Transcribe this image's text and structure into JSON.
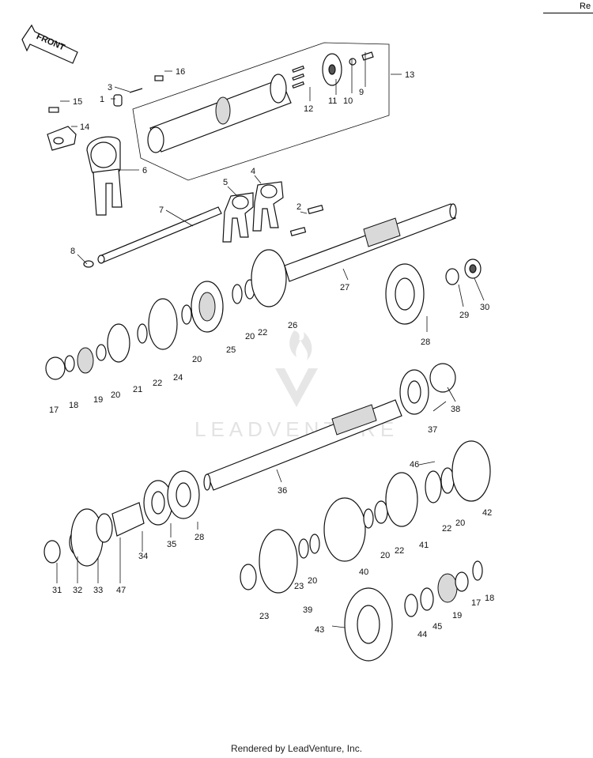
{
  "header": {
    "corner_text": "Re"
  },
  "front_badge": {
    "label": "FRONT"
  },
  "watermark": {
    "text": "LEADVENTURE"
  },
  "footer": {
    "text": "Rendered by LeadVenture, Inc."
  },
  "callouts": [
    {
      "id": "1",
      "label": "1"
    },
    {
      "id": "2",
      "label": "2"
    },
    {
      "id": "3",
      "label": "3"
    },
    {
      "id": "4",
      "label": "4"
    },
    {
      "id": "5",
      "label": "5"
    },
    {
      "id": "6",
      "label": "6"
    },
    {
      "id": "7",
      "label": "7"
    },
    {
      "id": "8",
      "label": "8"
    },
    {
      "id": "9",
      "label": "9"
    },
    {
      "id": "10",
      "label": "10"
    },
    {
      "id": "11",
      "label": "11"
    },
    {
      "id": "12",
      "label": "12"
    },
    {
      "id": "13",
      "label": "13"
    },
    {
      "id": "14",
      "label": "14"
    },
    {
      "id": "15",
      "label": "15"
    },
    {
      "id": "16",
      "label": "16"
    },
    {
      "id": "17a",
      "label": "17"
    },
    {
      "id": "18a",
      "label": "18"
    },
    {
      "id": "19a",
      "label": "19"
    },
    {
      "id": "20a",
      "label": "20"
    },
    {
      "id": "21",
      "label": "21"
    },
    {
      "id": "22a",
      "label": "22"
    },
    {
      "id": "24",
      "label": "24"
    },
    {
      "id": "20b",
      "label": "20"
    },
    {
      "id": "25",
      "label": "25"
    },
    {
      "id": "20c",
      "label": "20"
    },
    {
      "id": "22b",
      "label": "22"
    },
    {
      "id": "26",
      "label": "26"
    },
    {
      "id": "27",
      "label": "27"
    },
    {
      "id": "28a",
      "label": "28"
    },
    {
      "id": "29",
      "label": "29"
    },
    {
      "id": "30",
      "label": "30"
    },
    {
      "id": "37",
      "label": "37"
    },
    {
      "id": "38",
      "label": "38"
    },
    {
      "id": "36",
      "label": "36"
    },
    {
      "id": "46",
      "label": "46"
    },
    {
      "id": "42",
      "label": "42"
    },
    {
      "id": "22c",
      "label": "22"
    },
    {
      "id": "20d",
      "label": "20"
    },
    {
      "id": "41",
      "label": "41"
    },
    {
      "id": "22d",
      "label": "22"
    },
    {
      "id": "20e",
      "label": "20"
    },
    {
      "id": "40",
      "label": "40"
    },
    {
      "id": "28b",
      "label": "28"
    },
    {
      "id": "35",
      "label": "35"
    },
    {
      "id": "34",
      "label": "34"
    },
    {
      "id": "47",
      "label": "47"
    },
    {
      "id": "33",
      "label": "33"
    },
    {
      "id": "32",
      "label": "32"
    },
    {
      "id": "31",
      "label": "31"
    },
    {
      "id": "23a",
      "label": "23"
    },
    {
      "id": "20f",
      "label": "20"
    },
    {
      "id": "39",
      "label": "39"
    },
    {
      "id": "23b",
      "label": "23"
    },
    {
      "id": "43",
      "label": "43"
    },
    {
      "id": "44",
      "label": "44"
    },
    {
      "id": "45",
      "label": "45"
    },
    {
      "id": "19b",
      "label": "19"
    },
    {
      "id": "17b",
      "label": "17"
    },
    {
      "id": "18b",
      "label": "18"
    }
  ]
}
